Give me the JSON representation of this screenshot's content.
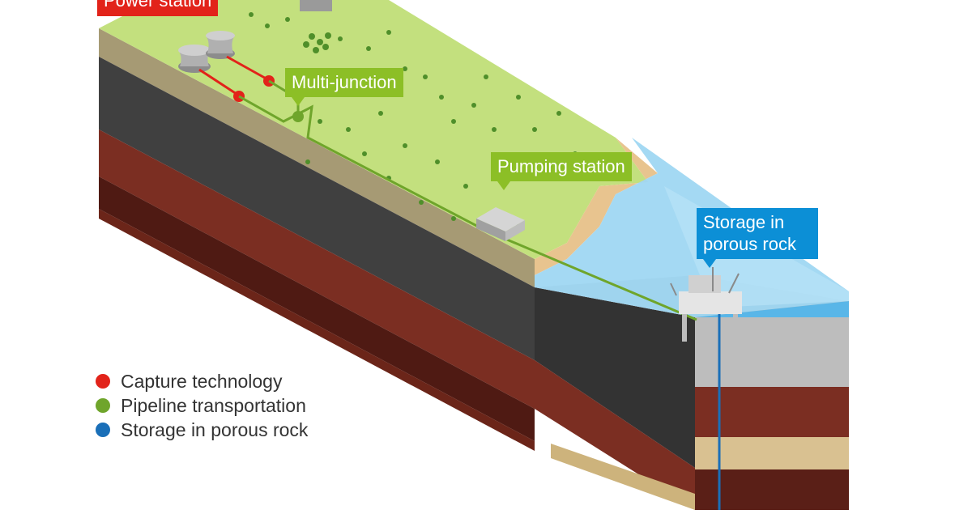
{
  "callouts": {
    "power_station": "Power station",
    "multi_junction": "Multi-junction",
    "pumping_station": "Pumping station",
    "storage": "Storage in porous rock"
  },
  "legend": {
    "items": [
      {
        "label": "Capture technology",
        "color": "#e2231a"
      },
      {
        "label": "Pipeline transportation",
        "color": "#6fa52b"
      },
      {
        "label": "Storage in porous rock",
        "color": "#1a6fb8"
      }
    ]
  },
  "colors": {
    "grass": "#bfe07a",
    "topsoil": "#a69a74",
    "dark_rock": "#3a3a3a",
    "red_rock": "#7b2e22",
    "deep_rock": "#5a1f17",
    "sea": "#8fd0f0",
    "sand": "#e8c48f",
    "capture_line": "#e2231a",
    "pipeline_line": "#6fa52b",
    "well_line": "#1a6fb8"
  }
}
